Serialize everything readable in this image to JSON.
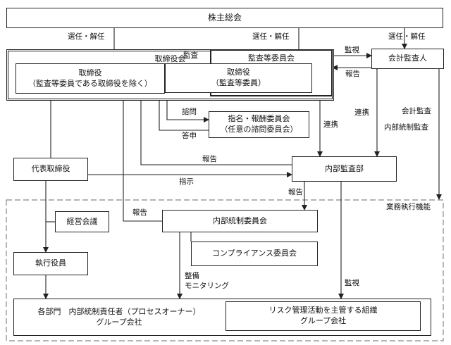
{
  "nodes": {
    "shareholders": "株主総会",
    "board_title": "取締役会",
    "directors_line1": "取締役",
    "directors_line2": "（監査等委員である取締役を除く）",
    "audit_committee_title": "監査等委員会",
    "audit_directors_line1": "取締役",
    "audit_directors_line2": "（監査等委員）",
    "accounting_auditor": "会計監査人",
    "nomination_line1": "指名・報酬委員会",
    "nomination_line2": "（任意の諮問委員会）",
    "representative_director": "代表取締役",
    "internal_audit": "内部監査部",
    "management_meeting": "経営会議",
    "internal_control_committee": "内部統制委員会",
    "compliance_committee": "コンプライアンス委員会",
    "executive_officers": "執行役員",
    "departments_line1": "各部門　内部統制責任者（プロセスオーナー）",
    "departments_line2": "グループ会社",
    "risk_line1": "リスク管理活動を主管する組織",
    "risk_line2": "グループ会社"
  },
  "edges": {
    "elect_dismiss_1": "選任・解任",
    "elect_dismiss_2": "選任・解任",
    "elect_dismiss_3": "選任・解任",
    "audit": "監査",
    "oversight_1": "監視",
    "report_1": "報告",
    "consult": "諮問",
    "respond": "答申",
    "cooperate_1": "連携",
    "cooperate_2": "連携",
    "accounting_audit": "会計監査",
    "internal_control_audit": "内部統制監査",
    "report_2": "報告",
    "instruct": "指示",
    "report_3": "報告",
    "report_4": "報告",
    "develop": "整備",
    "monitoring": "モニタリング",
    "oversight_2": "監視"
  },
  "region": {
    "business_execution": "業務執行機能"
  }
}
